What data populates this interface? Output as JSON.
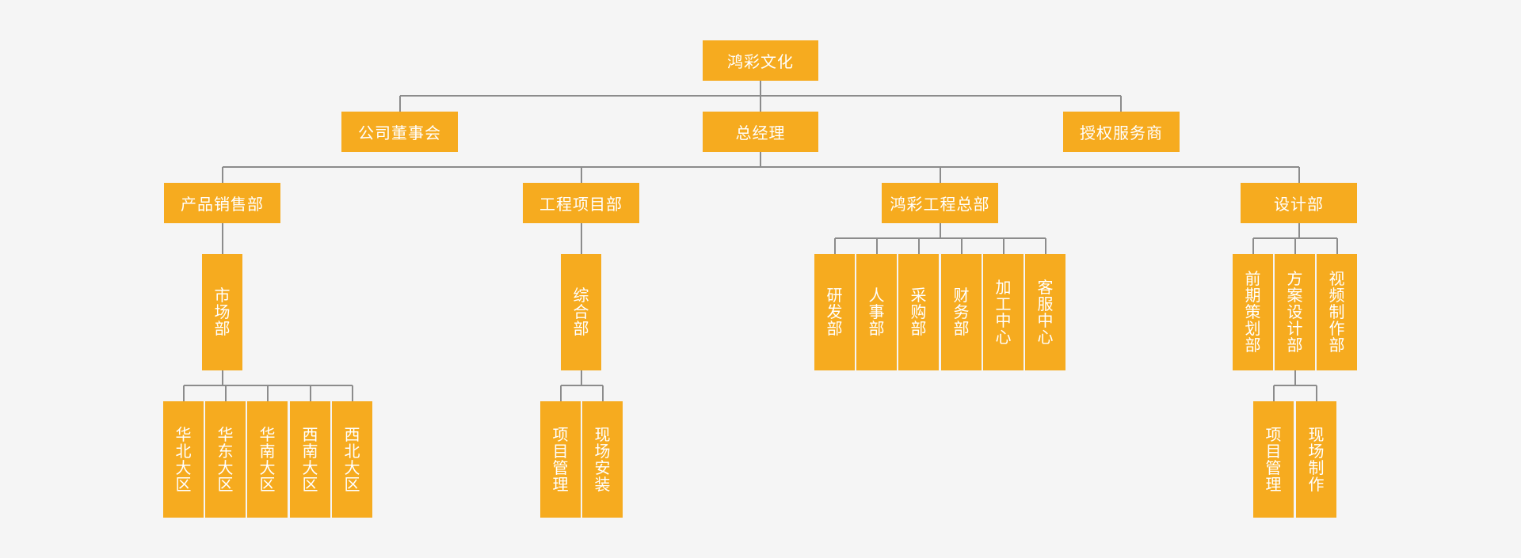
{
  "org": {
    "root": "鸿彩文化",
    "board": "公司董事会",
    "gm": "总经理",
    "authorized": "授权服务商",
    "sales": "产品销售部",
    "project": "工程项目部",
    "hq": "鸿彩工程总部",
    "design": "设计部",
    "market": "市场部",
    "general": "综合部",
    "regions": [
      "华北大区",
      "华东大区",
      "华南大区",
      "西南大区",
      "西北大区"
    ],
    "project_children": [
      "项目管理",
      "现场安装"
    ],
    "hq_children": [
      "研发部",
      "人事部",
      "采购部",
      "财务部",
      "加工中心",
      "客服中心"
    ],
    "design_children": [
      "前期策划部",
      "方案设计部",
      "视频制作部"
    ],
    "scheme_children": [
      "项目管理",
      "现场制作"
    ]
  },
  "colors": {
    "node": "#f6ab1f",
    "line": "#8c8c8c",
    "background": "#f5f5f5",
    "text": "#ffffff"
  }
}
